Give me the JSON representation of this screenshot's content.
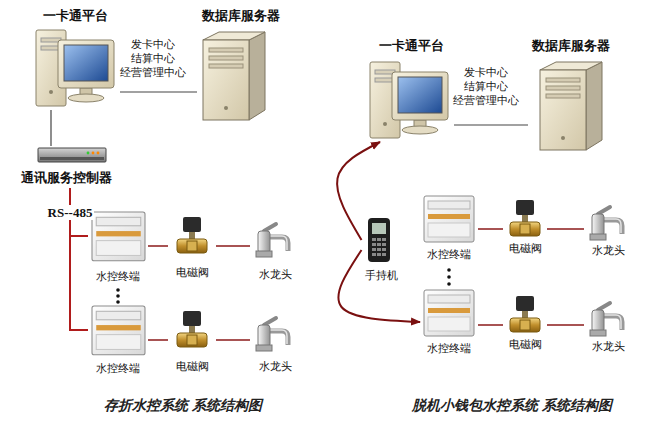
{
  "diagram": {
    "nodes": [
      {
        "text": [
          "一卡通平台"
        ]
      },
      {
        "text": [
          "数据库服务器"
        ]
      },
      {
        "text": [
          "通讯服务控制器"
        ]
      },
      {
        "text": [
          "水控终端"
        ]
      },
      {
        "text": [
          "电磁阀"
        ]
      },
      {
        "text": [
          "水龙头"
        ]
      },
      {
        "text": [
          "水控终端"
        ]
      },
      {
        "text": [
          "电磁阀"
        ]
      },
      {
        "text": [
          "水龙头"
        ]
      },
      {
        "text": [
          "一卡通平台"
        ]
      },
      {
        "text": [
          "数据库服务器"
        ]
      },
      {
        "text": [
          "手持机"
        ]
      },
      {
        "text": [
          "水控终端"
        ]
      },
      {
        "text": [
          "电磁阀"
        ]
      },
      {
        "text": [
          "水龙头"
        ]
      },
      {
        "text": [
          "水控终端"
        ]
      },
      {
        "text": [
          "电磁阀"
        ]
      },
      {
        "text": [
          "水龙头"
        ]
      }
    ],
    "edges": [
      {
        "from": 0,
        "to": 1,
        "arrow": "none"
      },
      {
        "from": 0,
        "to": 2,
        "arrow": "none"
      },
      {
        "from": 2,
        "to": 3,
        "label": "RS--485",
        "arrow": "none"
      },
      {
        "from": 2,
        "to": 6,
        "arrow": "none"
      },
      {
        "from": 3,
        "to": 4,
        "arrow": "none"
      },
      {
        "from": 4,
        "to": 5,
        "arrow": "none"
      },
      {
        "from": 6,
        "to": 7,
        "arrow": "none"
      },
      {
        "from": 7,
        "to": 8,
        "arrow": "none"
      },
      {
        "from": 9,
        "to": 10,
        "arrow": "none"
      },
      {
        "from": 11,
        "to": 9,
        "arrow": "to"
      },
      {
        "from": 11,
        "to": 15,
        "arrow": "to"
      },
      {
        "from": 12,
        "to": 13,
        "arrow": "none"
      },
      {
        "from": 13,
        "to": 14,
        "arrow": "none"
      },
      {
        "from": 15,
        "to": 16,
        "arrow": "none"
      },
      {
        "from": 16,
        "to": 17,
        "arrow": "none"
      }
    ],
    "labels": [
      "发卡中心 结算中心 经营管理中心",
      "发卡中心 结算中心 经营管理中心",
      "存折水控系统 系统结构图",
      "脱机小钱包水控系统 系统结构图"
    ]
  }
}
